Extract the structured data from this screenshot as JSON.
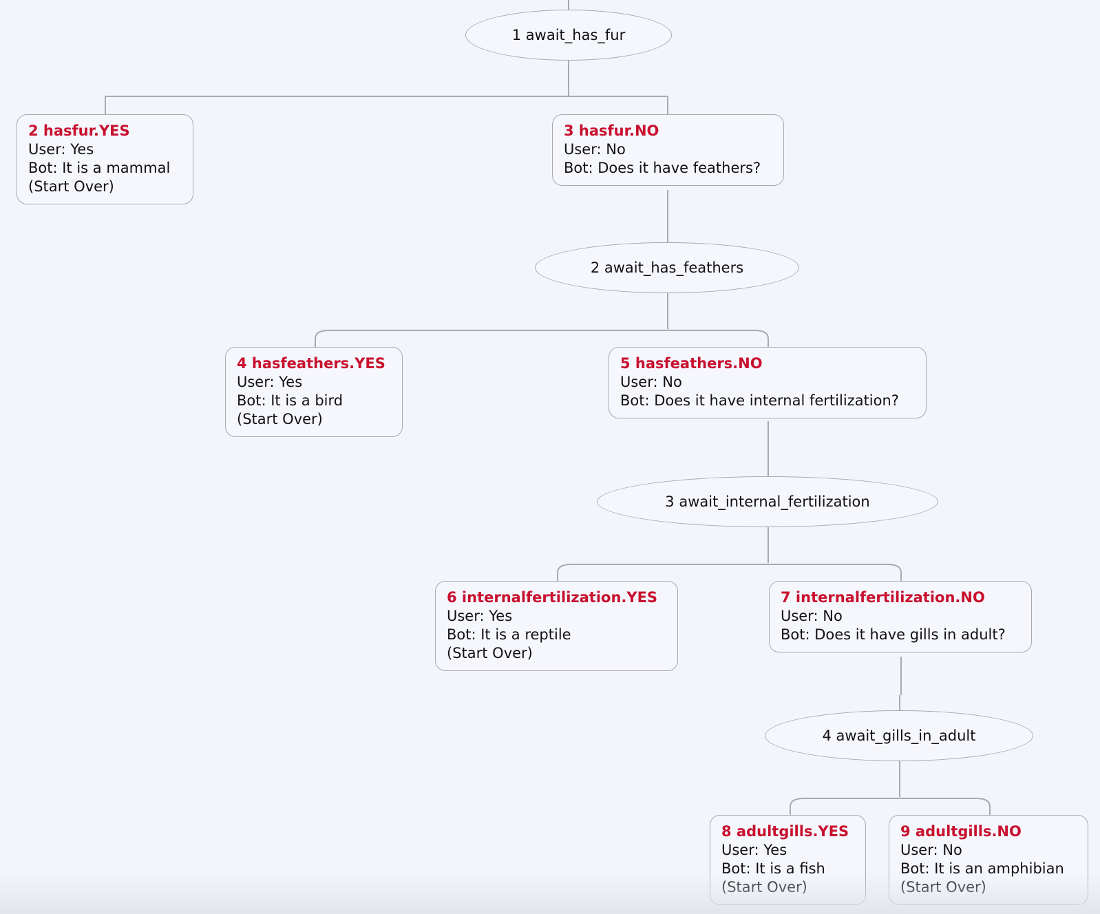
{
  "states": [
    {
      "id": "s1",
      "label": "1 await_has_fur"
    },
    {
      "id": "s2",
      "label": "2 await_has_feathers"
    },
    {
      "id": "s3",
      "label": "3 await_internal_fertilization"
    },
    {
      "id": "s4",
      "label": "4 await_gills_in_adult"
    }
  ],
  "nodes": [
    {
      "id": "n2",
      "title": "2 hasfur.YES",
      "user": "User: Yes",
      "bot": "Bot: It is a mammal",
      "extra": "(Start Over)"
    },
    {
      "id": "n3",
      "title": "3 hasfur.NO",
      "user": "User: No",
      "bot": "Bot: Does it have feathers?",
      "extra": ""
    },
    {
      "id": "n4",
      "title": "4 hasfeathers.YES",
      "user": "User: Yes",
      "bot": "Bot: It is a bird",
      "extra": "(Start Over)"
    },
    {
      "id": "n5",
      "title": "5 hasfeathers.NO",
      "user": "User: No",
      "bot": "Bot: Does it have internal fertilization?",
      "extra": ""
    },
    {
      "id": "n6",
      "title": "6 internalfertilization.YES",
      "user": "User: Yes",
      "bot": "Bot: It is a reptile",
      "extra": "(Start Over)"
    },
    {
      "id": "n7",
      "title": "7 internalfertilization.NO",
      "user": "User: No",
      "bot": "Bot: Does it have gills in adult?",
      "extra": ""
    },
    {
      "id": "n8",
      "title": "8 adultgills.YES",
      "user": "User: Yes",
      "bot": "Bot: It is a fish",
      "extra": "(Start Over)"
    },
    {
      "id": "n9",
      "title": "9 adultgills.NO",
      "user": "User: No",
      "bot": "Bot: It is an amphibian",
      "extra": "(Start Over)"
    }
  ],
  "colors": {
    "title": "#c8102e",
    "edge": "#a9a9ae",
    "background": "#f3f5fd"
  }
}
